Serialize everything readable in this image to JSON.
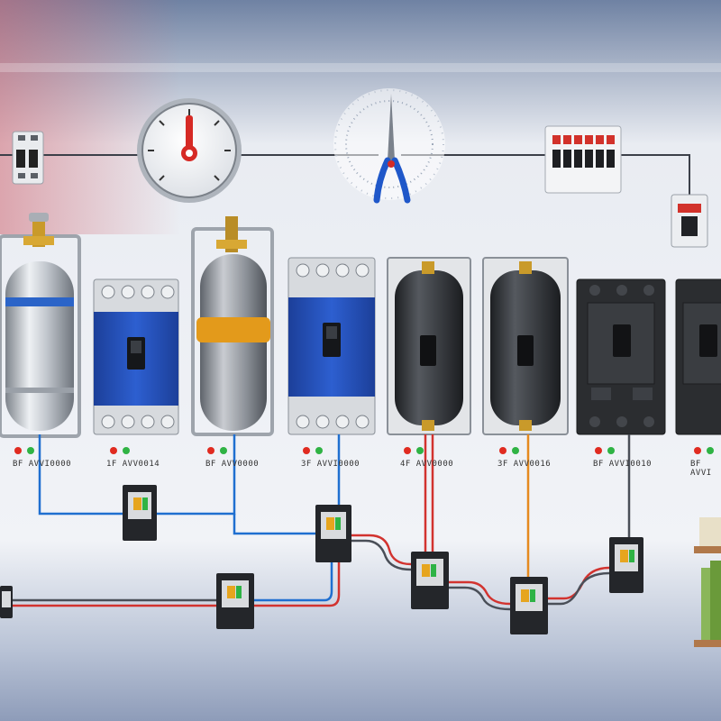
{
  "labels": [
    {
      "id": "label-1",
      "text": "BF AVVI0000"
    },
    {
      "id": "label-2",
      "text": "1F AVV0014"
    },
    {
      "id": "label-3",
      "text": "BF AVV0000"
    },
    {
      "id": "label-4",
      "text": "3F AVVI0000"
    },
    {
      "id": "label-5",
      "text": "4F AVV0000"
    },
    {
      "id": "label-6",
      "text": "3F AVV0016"
    },
    {
      "id": "label-7",
      "text": "BF AVVI0010"
    },
    {
      "id": "label-8",
      "text": "BF AVVI"
    }
  ],
  "colors": {
    "background_top": "#6b7f9f",
    "background_mid": "#eef1f6",
    "background_bottom": "#8f9fbb",
    "wire_blue": "#1f6fd0",
    "wire_red": "#d2332f",
    "wire_orange": "#e58a1f",
    "wire_gray": "#4a4f58",
    "panel_blue": "#2450b8",
    "cylinder_silver": "#c7ccd3",
    "cylinder_dark": "#2d2f33",
    "breaker_black": "#2b2d30",
    "band_yellow": "#e39a1b",
    "led_red": "#e02b20",
    "led_green": "#2fb344"
  }
}
